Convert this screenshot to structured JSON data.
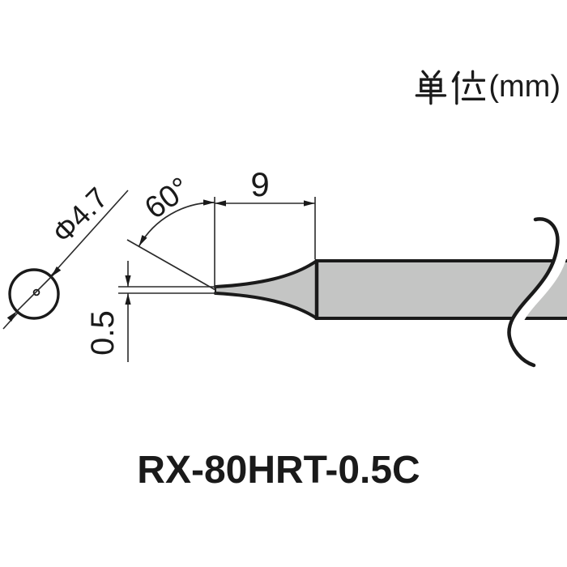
{
  "diagram": {
    "title_hint": "soldering iron tip dimensional drawing",
    "unit_note": {
      "text": "単位(mm)",
      "kanji": "単位",
      "suffix": "(mm)"
    },
    "dimensions": {
      "diameter_label": "Φ4.7",
      "angle_label": "60°",
      "length_label": "9",
      "tip_width_label": "0.5"
    },
    "model_number": "RX-80HRT-0.5C",
    "colors": {
      "line": "#1a1a1a",
      "fill": "#c4c5c4",
      "background": "#ffffff"
    }
  }
}
